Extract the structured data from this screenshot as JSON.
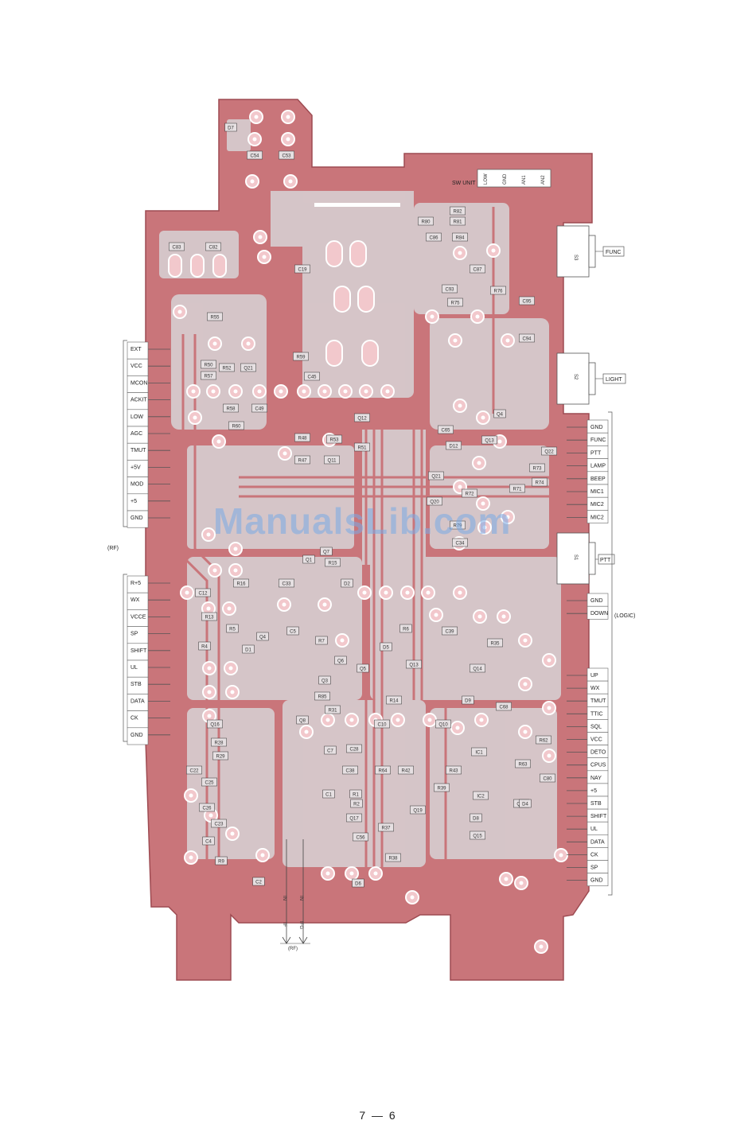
{
  "board": {
    "colors": {
      "copper": "#c9757a",
      "board_bg": "#d8d4d6",
      "pad": "#f2c8cc",
      "outline": "#9e4b52"
    },
    "sw_unit_label": "SW UNIT",
    "sw_unit_pins": [
      "LOW",
      "GND",
      "AN1",
      "AN2"
    ],
    "switches": [
      {
        "ref": "S3",
        "label": "FUNC"
      },
      {
        "ref": "S2",
        "label": "LIGHT"
      },
      {
        "ref": "S1",
        "label": "PTT"
      }
    ],
    "rf_connector": {
      "group_label": "(RF)",
      "pins_top": [
        "EXT",
        "VCC",
        "MCON",
        "ACKIT",
        "LOW",
        "AGC",
        "TMUT",
        "+5V",
        "MOD",
        "+5",
        "GND"
      ],
      "pins_bottom": [
        "R+5",
        "WX",
        "VCCE",
        "SP",
        "SHIFT",
        "UL",
        "STB",
        "DATA",
        "CK",
        "GND"
      ]
    },
    "logic_connector": {
      "group_label": "(LOGIC)",
      "pins_top": [
        "GND",
        "FUNC",
        "PTT",
        "LAMP",
        "BEEP",
        "MIC1",
        "MIC2",
        "MIC2"
      ],
      "pins_mid": [
        "GND",
        "DOWN"
      ],
      "pins_bottom": [
        "UP",
        "WX",
        "TMUT",
        "TTIC",
        "SQL",
        "VCC",
        "DETO",
        "CPUS",
        "NAY",
        "+5",
        "STB",
        "SHIFT",
        "UL",
        "DATA",
        "CK",
        "SP",
        "GND"
      ]
    },
    "bottom_leads": {
      "left": "IF",
      "right": "IFG",
      "tag_left": "IN",
      "tag_right": "IN",
      "group_label": "(RF)"
    },
    "components": [
      "D7",
      "C54",
      "C53",
      "C83",
      "C82",
      "C19",
      "R82",
      "R81",
      "R80",
      "R84",
      "C86",
      "C87",
      "C93",
      "R75",
      "R76",
      "C95",
      "C94",
      "R55",
      "R50",
      "R57",
      "R52",
      "Q21",
      "R59",
      "C45",
      "R58",
      "C49",
      "R60",
      "Q12",
      "R48",
      "R53",
      "R51",
      "R47",
      "Q11",
      "Q13",
      "Q22",
      "Q21",
      "Q20",
      "R74",
      "R73",
      "R71",
      "R79",
      "C34",
      "C33",
      "D2",
      "Q1",
      "Q7",
      "R15",
      "R16",
      "C12",
      "R13",
      "R5",
      "R4",
      "D1",
      "Q4",
      "C5",
      "R7",
      "D5",
      "Q3",
      "Q6",
      "Q5",
      "R6",
      "C39",
      "R35",
      "Q14",
      "Q13",
      "IC1",
      "IC2",
      "Q15",
      "Q16",
      "R28",
      "R29",
      "C25",
      "C26",
      "C22",
      "C23",
      "R9",
      "C4",
      "C2",
      "C1",
      "R1",
      "R2",
      "C56",
      "D6",
      "R38",
      "R37",
      "R39",
      "D8",
      "Q18",
      "Q17",
      "Q19",
      "C28",
      "C38",
      "R64",
      "R42",
      "R43",
      "Q10",
      "D9",
      "C68",
      "D4",
      "C80",
      "R62",
      "R63",
      "D12",
      "C65",
      "Q4",
      "R72",
      "R85",
      "R31",
      "Q8",
      "C7",
      "R14",
      "C10"
    ]
  },
  "page": {
    "page_number": "7 — 6",
    "watermark": "ManualsLib.com"
  }
}
